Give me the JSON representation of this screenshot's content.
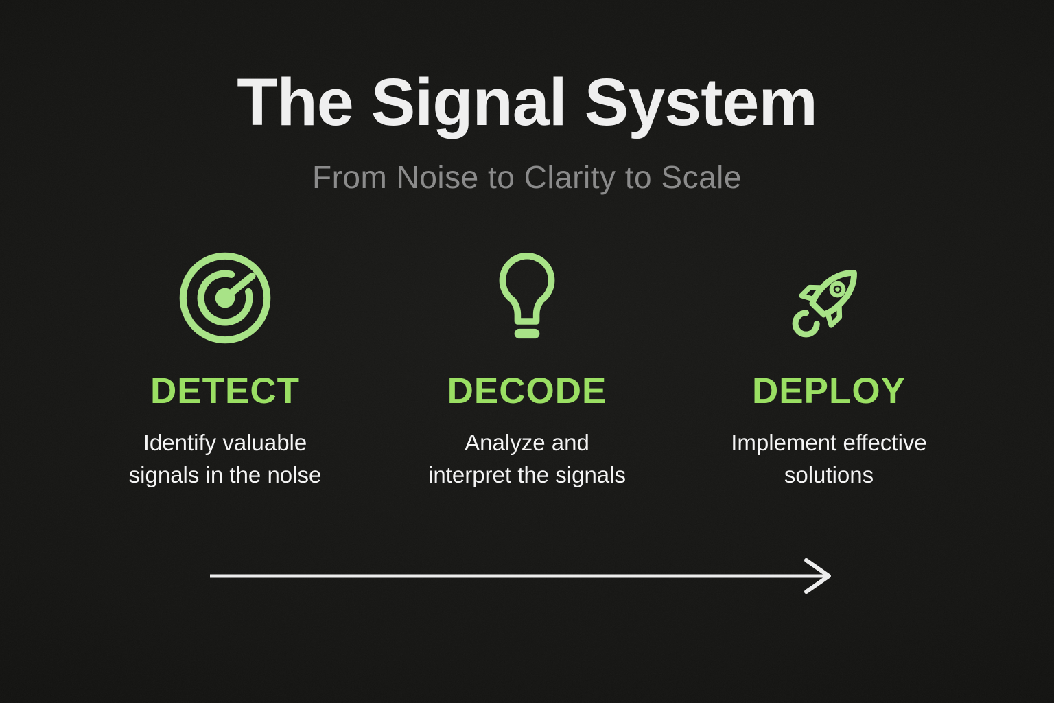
{
  "slide": {
    "title": "The Signal System",
    "subtitle": "From Noise to Clarity to Scale",
    "steps": [
      {
        "icon": "radar-target-icon",
        "heading": "DETECT",
        "description": "Identify valuable\nsignals in the nolse"
      },
      {
        "icon": "lightbulb-icon",
        "heading": "DECODE",
        "description": "Analyze and\ninterpret the signals"
      },
      {
        "icon": "rocket-icon",
        "heading": "DEPLOY",
        "description": "Implement effective\nsolutions"
      }
    ],
    "flow_arrow_direction": "left-to-right",
    "colors": {
      "background": "#141412",
      "title_text": "#EFEFEF",
      "subtitle_text": "#8B8B8B",
      "accent_green_text": "#9ADF63",
      "accent_green_icon": "#A8E387",
      "body_text": "#F4F4F4",
      "arrow": "#EDEDED"
    }
  }
}
